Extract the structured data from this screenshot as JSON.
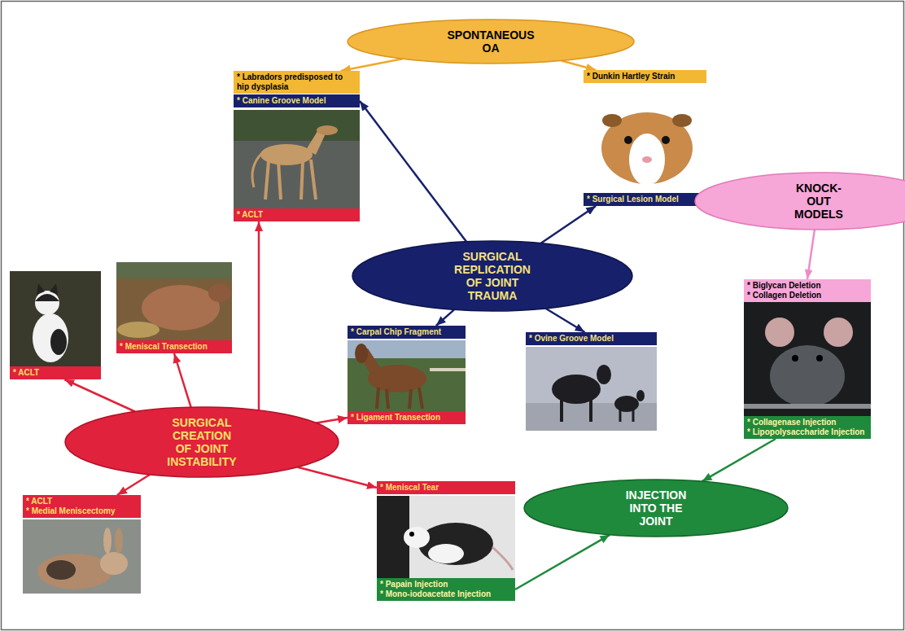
{
  "diagram": {
    "nodes": [
      {
        "text": [
          "SPONTANEOUS OA"
        ]
      },
      {
        "text": [
          "* Labradors predisposed to hip dysplasia"
        ]
      },
      {
        "text": [
          "* Canine Groove Model"
        ]
      },
      {
        "text": [
          "* ACLT"
        ]
      },
      {
        "text": [
          "* Dunkin Hartley Strain"
        ]
      },
      {
        "text": [
          "* Surgical Lesion Model"
        ]
      },
      {
        "text": [
          "KNOCK-OUT MODELS"
        ]
      },
      {
        "text": [
          "SURGICAL REPLICATION OF JOINT TRAUMA"
        ]
      },
      {
        "text": [
          "* Meniscal Transection"
        ]
      },
      {
        "text": [
          "* ACLT"
        ]
      },
      {
        "text": [
          "* Biglycan Deletion",
          "* Collagen Deletion"
        ]
      },
      {
        "text": [
          "* Carpal Chip Fragment"
        ]
      },
      {
        "text": [
          "* Ovine Groove Model"
        ]
      },
      {
        "text": [
          "* Ligament Transection"
        ]
      },
      {
        "text": [
          "* Collagenase Injection",
          "* Lipopolysaccharide Injection"
        ]
      },
      {
        "text": [
          "SURGICAL CREATION OF JOINT INSTABILITY"
        ]
      },
      {
        "text": [
          "* ACLT",
          "* Medial Meniscectomy"
        ]
      },
      {
        "text": [
          "* Meniscal Tear"
        ]
      },
      {
        "text": [
          "INJECTION INTO THE JOINT"
        ]
      },
      {
        "text": [
          "* Papain Injection",
          "* Mono-iodoacetate Injection"
        ]
      }
    ],
    "edges": [
      {
        "from": 0,
        "to": 1,
        "arrow": "to"
      },
      {
        "from": 0,
        "to": 4,
        "arrow": "to"
      },
      {
        "from": 7,
        "to": 2,
        "arrow": "to"
      },
      {
        "from": 7,
        "to": 5,
        "arrow": "to"
      },
      {
        "from": 7,
        "to": 11,
        "arrow": "to"
      },
      {
        "from": 7,
        "to": 12,
        "arrow": "to"
      },
      {
        "from": 6,
        "to": 10,
        "arrow": "to"
      },
      {
        "from": 15,
        "to": 9,
        "arrow": "to"
      },
      {
        "from": 15,
        "to": 8,
        "arrow": "to"
      },
      {
        "from": 15,
        "to": 3,
        "arrow": "to"
      },
      {
        "from": 15,
        "to": 13,
        "arrow": "to"
      },
      {
        "from": 15,
        "to": 16,
        "arrow": "to"
      },
      {
        "from": 15,
        "to": 17,
        "arrow": "to"
      },
      {
        "from": 19,
        "to": 18,
        "arrow": "to"
      },
      {
        "from": 14,
        "to": 18,
        "arrow": "to"
      }
    ]
  }
}
